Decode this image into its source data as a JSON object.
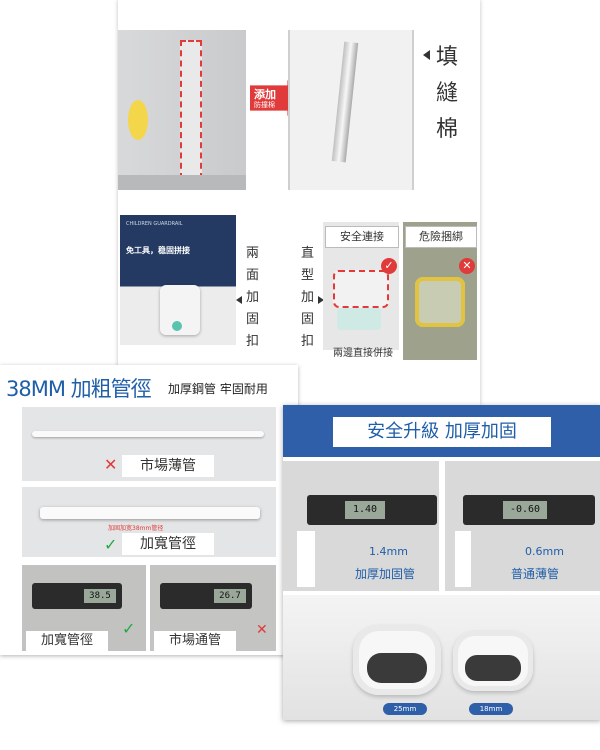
{
  "top": {
    "badge_main": "添加",
    "badge_sub": "防撞棉",
    "fill_cotton_vertical": "填縫棉",
    "lower_left_card_title": "免工具，稳固拼接",
    "lower_left_card_brand": "CHILDREN GUARDRAIL",
    "both_sides_buckle_vertical": "兩面加固扣",
    "direct_buckle_vertical": "直型加固扣",
    "safe_connect": "安全連接",
    "danger_tie": "危險捆綁",
    "both_side_direct": "兩邊直接併接"
  },
  "left_panel": {
    "heading_main": "38MM 加粗管徑",
    "heading_sub": "加厚鋼管 牢固耐用",
    "market_thin": "市場薄管",
    "reinforce_note": "加固加宽38mm管径",
    "widen_pipe": "加寬管徑",
    "gauge_left_reading": "38.5",
    "gauge_right_reading": "26.7",
    "widen_pipe_bottom": "加寬管徑",
    "market_normal": "市場通管"
  },
  "right_panel": {
    "title": "安全升級  加厚加固",
    "left_reading": "1.40",
    "right_reading": "-0.60",
    "left_thickness": "1.4mm",
    "left_caption": "加厚加固管",
    "right_thickness": "0.6mm",
    "right_caption": "普通薄管",
    "tube_left_size": "25mm",
    "tube_right_size": "18mm"
  },
  "colors": {
    "brand_blue": "#2f5fa8",
    "accent_red": "#e03a3a",
    "check_green": "#22aa44",
    "header_blue_text": "#1f5ea8"
  },
  "icons": [
    "arrow-left-icon",
    "arrow-right-icon",
    "check-icon",
    "cross-icon"
  ]
}
